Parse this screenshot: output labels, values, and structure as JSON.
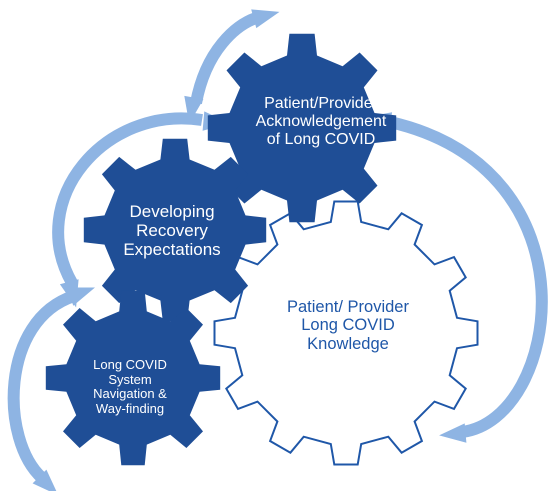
{
  "colors": {
    "gear_fill": "#1f4e96",
    "outline_gear": "#1f57a8",
    "arrow": "#8eb4e3"
  },
  "gears": {
    "acknowledgement": {
      "lines": [
        "Patient/Provider",
        "Acknowledgement",
        "of Long COVID"
      ],
      "style": "filled"
    },
    "expectations": {
      "lines": [
        "Developing",
        "Recovery",
        "Expectations"
      ],
      "style": "filled"
    },
    "knowledge": {
      "lines": [
        "Patient/ Provider",
        "Long COVID",
        "Knowledge"
      ],
      "style": "outline"
    },
    "navigation": {
      "lines": [
        "Long COVID",
        "System",
        "Navigation &",
        "Way-finding"
      ],
      "style": "filled"
    }
  },
  "arrows": [
    {
      "id": "top",
      "connects": [
        "expectations",
        "acknowledgement"
      ]
    },
    {
      "id": "upper-left",
      "connects": [
        "expectations",
        "acknowledgement"
      ]
    },
    {
      "id": "right",
      "connects": [
        "acknowledgement",
        "knowledge"
      ]
    },
    {
      "id": "left",
      "connects": [
        "navigation",
        "expectations"
      ]
    }
  ]
}
